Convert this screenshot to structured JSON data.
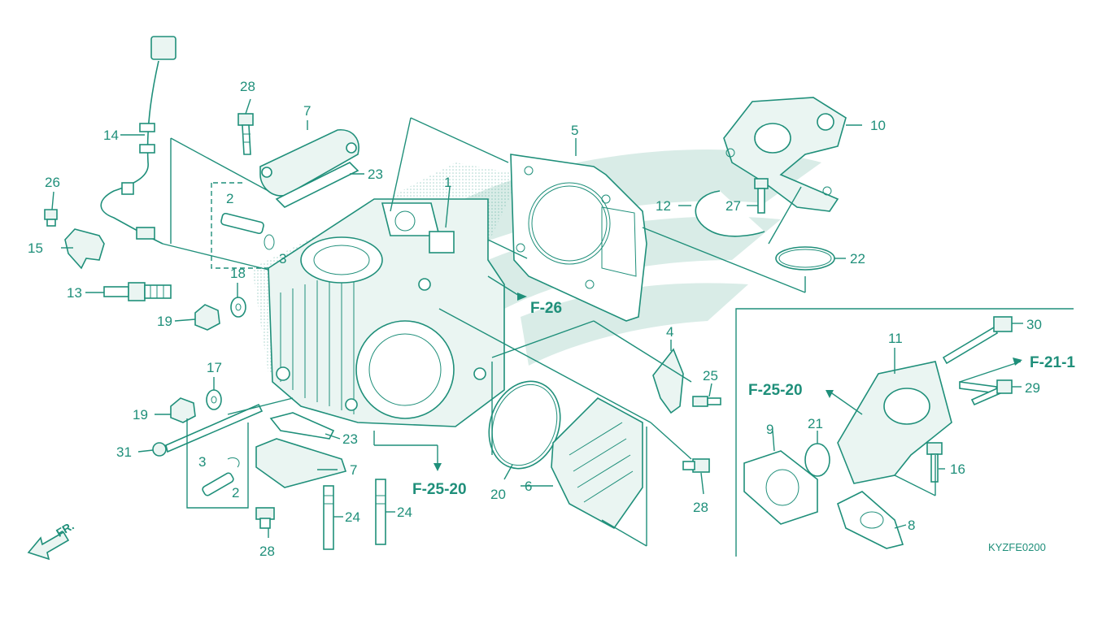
{
  "diagram": {
    "callouts": [
      "1",
      "2",
      "2",
      "3",
      "3",
      "4",
      "5",
      "6",
      "7",
      "7",
      "8",
      "9",
      "10",
      "11",
      "12",
      "13",
      "14",
      "15",
      "16",
      "17",
      "18",
      "19",
      "19",
      "20",
      "21",
      "22",
      "23",
      "23",
      "24",
      "24",
      "25",
      "26",
      "27",
      "28",
      "28",
      "28",
      "29",
      "30",
      "31"
    ],
    "references": {
      "f26": "F-26",
      "f25_20_main": "F-25-20",
      "f25_20_inset": "F-25-20",
      "f21_1": "F-21-1"
    },
    "diagram_code": "KYZFE0200",
    "direction_label": "FR."
  },
  "colors": {
    "line": "#1f8f7a",
    "watermark": "#d9ece7"
  }
}
